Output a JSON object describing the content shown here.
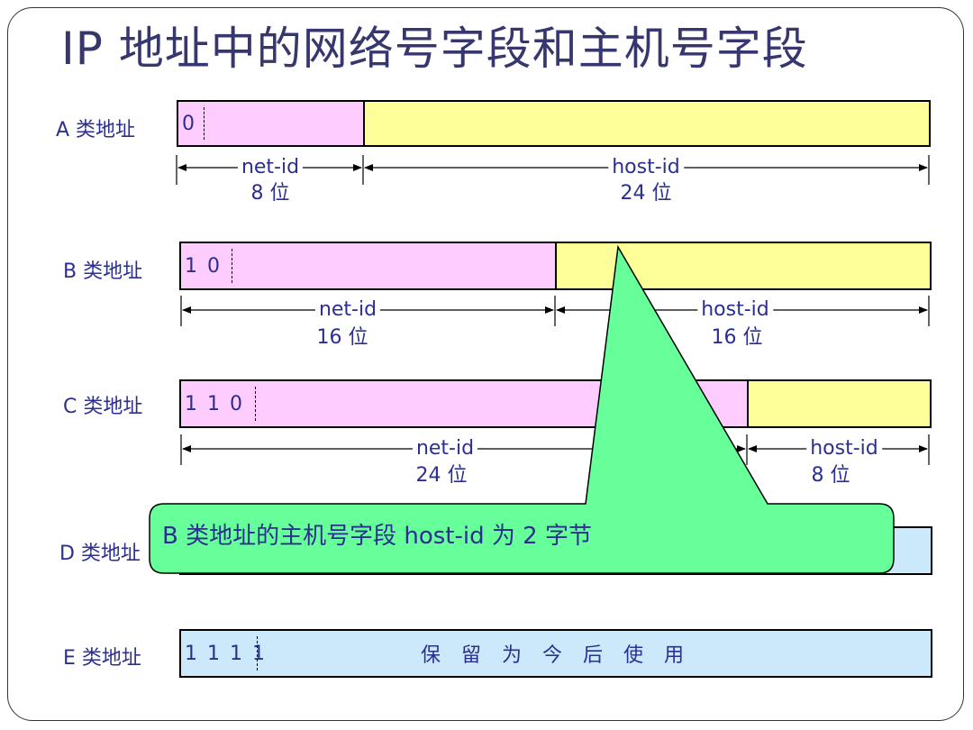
{
  "title": "IP 地址中的网络号字段和主机号字段",
  "classes": {
    "a": {
      "label": "A 类地址",
      "bits": "0",
      "net": "net-id",
      "net_bits": "8 位",
      "host": "host-id",
      "host_bits": "24 位"
    },
    "b": {
      "label": "B 类地址",
      "bits": "1 0",
      "net": "net-id",
      "net_bits": "16 位",
      "host": "host-id",
      "host_bits": "16 位"
    },
    "c": {
      "label": "C 类地址",
      "bits": "1 1 0",
      "net": "net-id",
      "net_bits": "24 位",
      "host": "host-id",
      "host_bits": "8 位"
    },
    "d": {
      "label": "D 类地址"
    },
    "e": {
      "label": "E 类地址",
      "bits": "1 1 1 1",
      "reserved": "保 留 为 今 后 使 用"
    }
  },
  "callout": {
    "text": "B 类地址的主机号字段 host-id 为 2 字节"
  },
  "colors": {
    "net": "#ffccff",
    "host": "#ffff99",
    "other": "#cce8fb",
    "callout": "#66ff99",
    "text": "#2b2f8f"
  }
}
